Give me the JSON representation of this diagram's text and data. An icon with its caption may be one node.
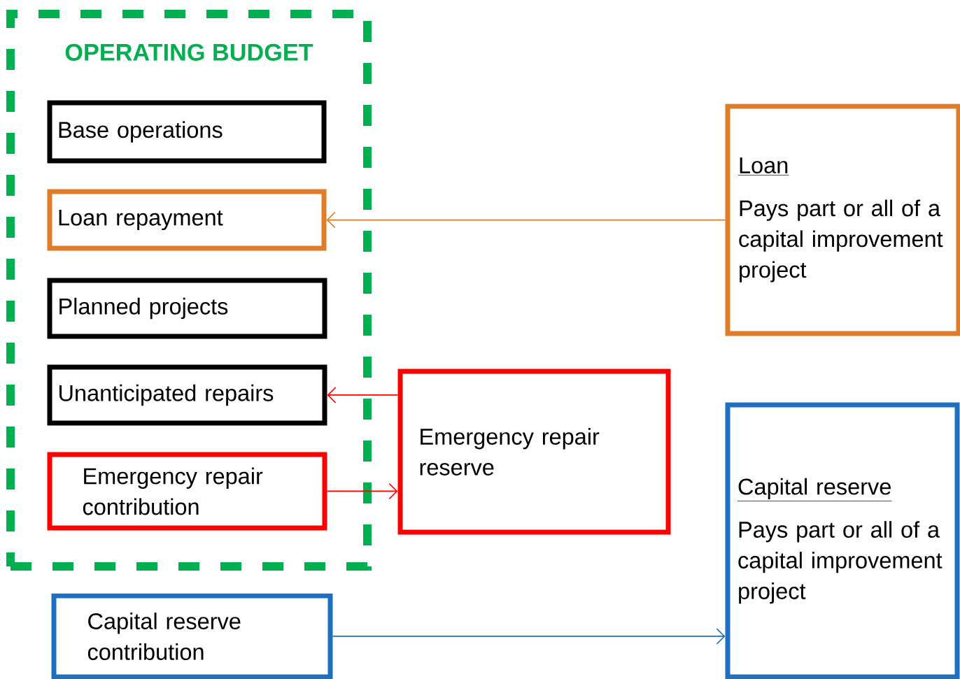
{
  "diagram": {
    "nodes": [
      {
        "text": [
          "OPERATING BUDGET"
        ]
      },
      {
        "text": [
          "Base operations"
        ],
        "in": 0
      },
      {
        "text": [
          "Loan repayment"
        ],
        "in": 0
      },
      {
        "text": [
          "Planned projects"
        ],
        "in": 0
      },
      {
        "text": [
          "Unanticipated repairs"
        ],
        "in": 0
      },
      {
        "text": [
          "Emergency repair contribution"
        ],
        "in": 0
      },
      {
        "text": [
          "Emergency repair reserve"
        ]
      },
      {
        "text": [
          "Loan",
          "Pays part or all of a capital improvement project"
        ]
      },
      {
        "text": [
          "Capital reserve contribution"
        ]
      },
      {
        "text": [
          "Capital reserve",
          "Pays part or all of a capital improvement project"
        ]
      }
    ],
    "edges": [
      {
        "from": 7,
        "to": 2,
        "arrow": "to",
        "color": "#e07b28"
      },
      {
        "from": 6,
        "to": 4,
        "arrow": "to",
        "color": "#ff0000"
      },
      {
        "from": 5,
        "to": 6,
        "arrow": "to",
        "color": "#ff0000"
      },
      {
        "from": 8,
        "to": 9,
        "arrow": "to",
        "color": "#1f6fc0"
      }
    ]
  }
}
